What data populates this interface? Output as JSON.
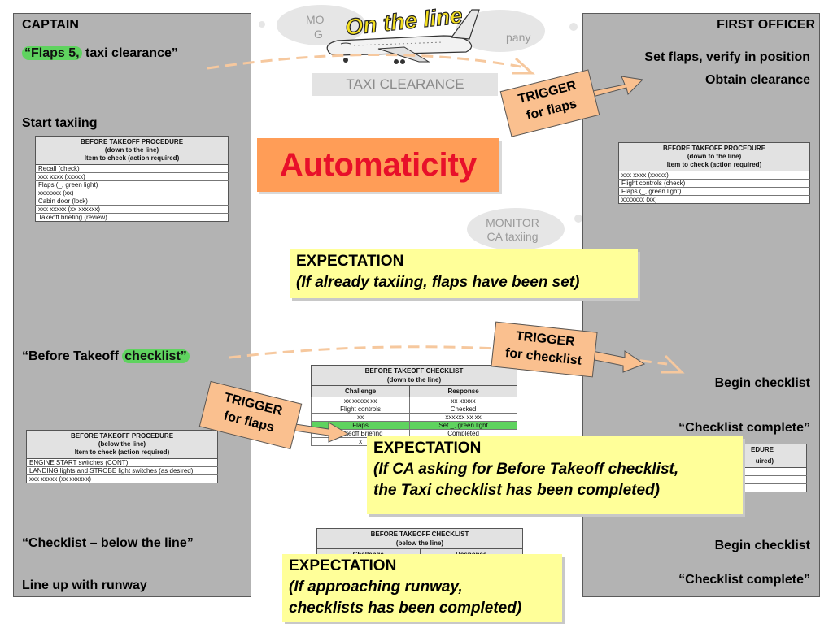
{
  "title": "On the line",
  "captain": {
    "header": "CAPTAIN",
    "line1_hl": "“Flaps 5,",
    "line1_rest": " taxi clearance”",
    "start_taxiing": "Start taxiing",
    "before_takeoff_prefix": "“Before Takeoff ",
    "before_takeoff_hl": "checklist”",
    "checklist_below": "“Checklist – below the line”",
    "line_up": "Line up with runway"
  },
  "first_officer": {
    "header": "FIRST OFFICER",
    "set_flaps": "Set flaps, verify in position",
    "obtain": "Obtain clearance",
    "begin1": "Begin checklist",
    "complete1": "“Checklist complete”",
    "begin2": "Begin checklist",
    "complete2": "“Checklist complete”"
  },
  "center": {
    "monitor_top_a": "MO",
    "monitor_top_b": "G",
    "monitor_top_c": "pany",
    "taxi_clearance": "TAXI CLEARANCE",
    "automaticity": "Automaticity",
    "monitor_line1": "MONITOR",
    "monitor_line2": "CA taxiing"
  },
  "expectations": [
    {
      "title": "EXPECTATION",
      "line1": "(If already taxiing, flaps have been set)",
      "line2": ""
    },
    {
      "title": "EXPECTATION",
      "line1": "(If CA asking for Before Takeoff checklist,",
      "line2": "the Taxi checklist has been completed)"
    },
    {
      "title": "EXPECTATION",
      "line1": "(If approaching runway,",
      "line2": "checklists has been completed)"
    }
  ],
  "triggers": [
    {
      "line1": "TRIGGER",
      "line2": "for flaps"
    },
    {
      "line1": "TRIGGER",
      "line2": "for checklist"
    },
    {
      "line1": "TRIGGER",
      "line2": "for flaps"
    }
  ],
  "proc_above_captain": {
    "h1": "BEFORE TAKEOFF PROCEDURE",
    "h2": "(down to the line)",
    "h3": "Item to check (action required)",
    "rows": [
      "Recall (check)",
      "xxx  xxxx  (xxxxx)",
      "Flaps (_, green light)",
      "xxxxxxx (xx)",
      "Cabin door (lock)",
      "xxx  xxxxx (xx xxxxxx)",
      "Takeoff briefing (review)"
    ]
  },
  "proc_above_fo": {
    "h1": "BEFORE TAKEOFF PROCEDURE",
    "h2": "(down to the line)",
    "h3": "Item to check (action required)",
    "rows": [
      "xxx  xxxx  (xxxxx)",
      "Flight controls (check)",
      "Flaps (_, green light)",
      "xxxxxxx (xx)"
    ]
  },
  "proc_below_captain": {
    "h1": "BEFORE TAKEOFF PROCEDURE",
    "h2": "(below the line)",
    "h3": "Item to check (action required)",
    "rows": [
      "ENGINE START switches (CONT)",
      "LANDING lights and STROBE light switches (as desired)",
      "xxx  xxxxx (xx xxxxxx)"
    ]
  },
  "proc_below_fo": {
    "h1": "EDURE",
    "h2": "uired)"
  },
  "checklist_down": {
    "h1": "BEFORE TAKEOFF CHECKLIST",
    "h2": "(down to the line)",
    "col1": "Challenge",
    "col2": "Response",
    "rows": [
      [
        "xx xxxxx xx",
        "xx xxxxx"
      ],
      [
        "Flight controls",
        "Checked"
      ],
      [
        "xx",
        "xxxxxx xx xx"
      ],
      [
        "Flaps",
        "Set _, green light"
      ],
      [
        "Takeoff Briefing",
        "Completed"
      ],
      [
        "x",
        ""
      ]
    ]
  },
  "checklist_below": {
    "h1": "BEFORE TAKEOFF CHECKLIST",
    "h2": "(below the line)",
    "col1": "Challenge",
    "col2": "Response"
  },
  "colors": {
    "panel": "#b3b3b3",
    "highlight_green": "#5fd35f",
    "automaticity_bg": "#ff9d57",
    "automaticity_text": "#e8102a",
    "expectation_bg": "#ffff99",
    "trigger_bg": "#fac08f",
    "dash_arrow": "#f6c89e",
    "title_fill": "#f5e020"
  }
}
